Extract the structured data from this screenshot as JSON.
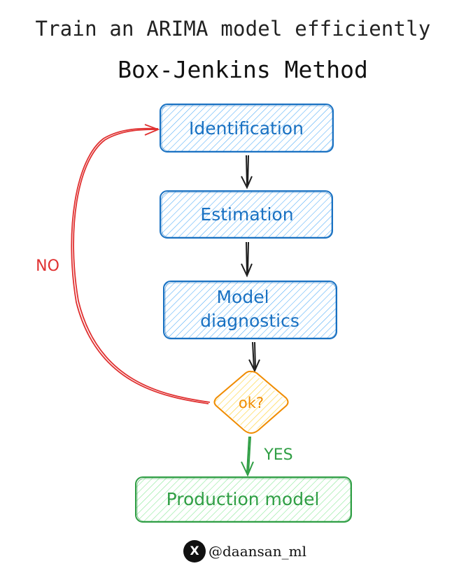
{
  "header": {
    "title": "Train an ARIMA model efficiently",
    "subtitle": "Box-Jenkins Method"
  },
  "diagram": {
    "steps": [
      {
        "label": "Identification",
        "color": "#1971c2"
      },
      {
        "label": "Estimation",
        "color": "#1971c2"
      },
      {
        "label_lines": [
          "Model",
          "diagnostics"
        ],
        "color": "#1971c2"
      }
    ],
    "decision": {
      "label": "ok?",
      "color": "#f08c00"
    },
    "no_label": "NO",
    "no_color": "#e03131",
    "yes_label": "YES",
    "yes_color": "#2f9e44",
    "final": {
      "label": "Production model",
      "color": "#2f9e44"
    },
    "arrow_color": "#1e1e1e"
  },
  "footer": {
    "logo": "X",
    "handle": "@daansan_ml"
  }
}
